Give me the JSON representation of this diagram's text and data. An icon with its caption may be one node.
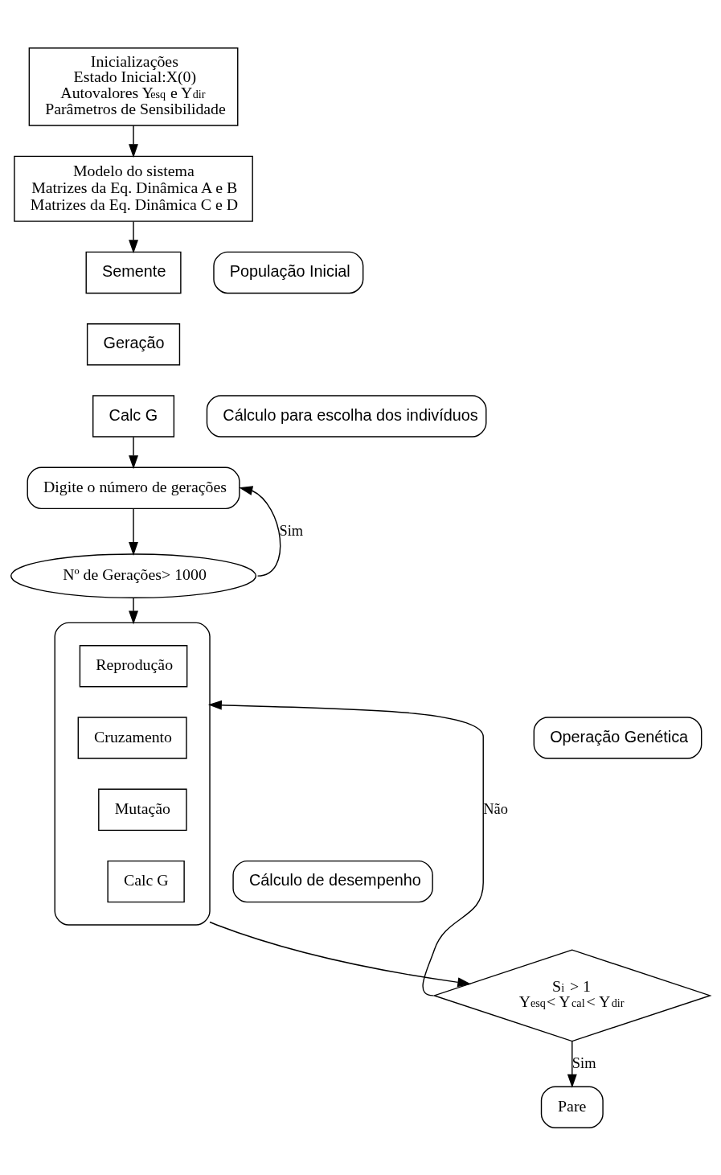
{
  "diagram": {
    "nodes": [
      {
        "text": [
          "Inicializações",
          "Estado Inicial:X(0)",
          "Autovalores Y$_{esq}$ e Y$_{dir}$",
          "Parâmetros de Sensibilidade"
        ]
      },
      {
        "text": [
          "Modelo do sistema",
          "Matrizes da Eq. Dinâmica A e B",
          "Matrizes da Eq. Dinâmica C e D"
        ]
      },
      {
        "text": [
          "Semente"
        ]
      },
      {
        "text": [
          "Geração"
        ]
      },
      {
        "text": [
          "População Inicial"
        ]
      },
      {
        "text": [
          "Calc G"
        ]
      },
      {
        "text": [
          "Cálculo para escolha dos indivíduos"
        ]
      },
      {
        "text": [
          "Digite o número de gerações"
        ]
      },
      {
        "text": [
          "Nº de Gerações> 1000"
        ]
      },
      {
        "text": [],
        "shape": "box"
      },
      {
        "text": [
          "Reprodução"
        ],
        "in": 9
      },
      {
        "text": [
          "Cruzamento"
        ],
        "in": 9
      },
      {
        "text": [
          "Mutação"
        ],
        "in": 9
      },
      {
        "text": [
          "Calc G"
        ],
        "in": 9
      },
      {
        "text": [
          "Operação Genética"
        ]
      },
      {
        "text": [
          "Cálculo de desempenho"
        ]
      },
      {
        "text": [
          "S$_{i}$ > 1",
          "Y$_{esq}$< Y$_{cal}$< Y$_{dir}$"
        ]
      },
      {
        "text": [
          "Pare"
        ]
      }
    ],
    "edges": [
      {
        "from": 0,
        "to": 1,
        "arrow": "to"
      },
      {
        "from": 1,
        "to": 2,
        "arrow": "to"
      },
      {
        "from": 5,
        "to": 7,
        "arrow": "to"
      },
      {
        "from": 7,
        "to": 8,
        "arrow": "to"
      },
      {
        "from": 8,
        "to": 7,
        "arrow": "to",
        "label": "Sim"
      },
      {
        "from": 8,
        "to": 9,
        "arrow": "to"
      },
      {
        "from": 9,
        "to": 16,
        "arrow": "to"
      },
      {
        "from": 16,
        "to": 9,
        "arrow": "to",
        "label": "Não"
      },
      {
        "from": 16,
        "to": 17,
        "arrow": "to",
        "label": "Sim"
      }
    ]
  }
}
